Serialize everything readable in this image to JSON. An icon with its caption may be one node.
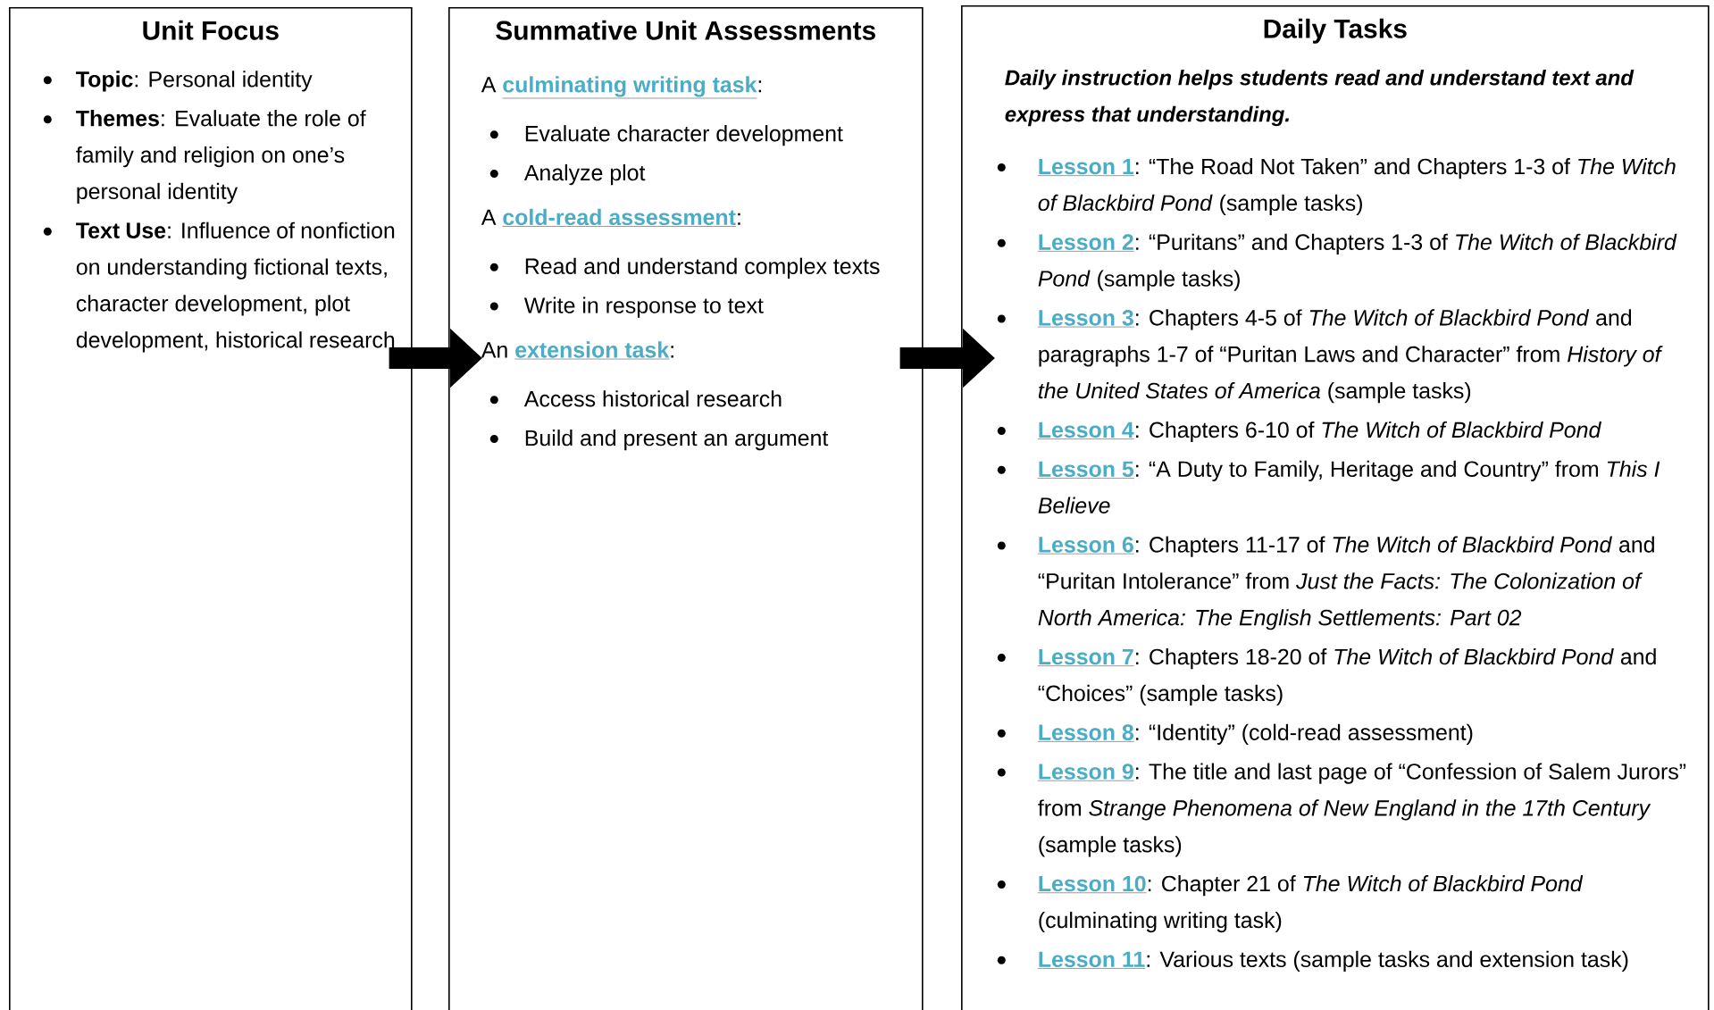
{
  "diagram": {
    "nodes": [
      {
        "text": [
          "Unit Focus",
          "**Topic**: Personal identity",
          "**Themes**: Evaluate the role of family and religion on one’s personal identity",
          "**Text Use**: Influence of nonfiction on understanding fictional texts, character development, plot development, historical research"
        ]
      },
      {
        "text": [
          "Summative Unit Assessments",
          "A **culminating writing task**:",
          "Evaluate character development",
          "Analyze plot",
          "A **cold-read assessment**:",
          "Read and understand complex texts",
          "Write in response to text",
          "An **extension task**:",
          "Access historical research",
          "Build and present an argument"
        ]
      },
      {
        "text": [
          "Daily Tasks",
          "Daily instruction helps students read and understand text and express that understanding.",
          "**Lesson 1**: “The Road Not Taken” and Chapters 1-3 of *The Witch of Blackbird Pond* (sample tasks)",
          "**Lesson 2**: “Puritans” and Chapters 1-3 of *The Witch of Blackbird Pond* (sample tasks)",
          "**Lesson 3**: Chapters 4-5 of *The Witch of Blackbird Pond* and paragraphs 1-7 of “Puritan Laws and Character” from *History of the United States of America* (sample tasks)",
          "**Lesson 4**: Chapters 6-10 of *The Witch of Blackbird Pond*",
          "**Lesson 5**: “A Duty to Family, Heritage and Country” from *This I Believe*",
          "**Lesson 6**: Chapters 11-17 of *The Witch of Blackbird Pond* and “Puritan Intolerance” from *Just the Facts: The Colonization of North America: The English Settlements: Part 02*",
          "**Lesson 7**: Chapters 18-20 of *The Witch of Blackbird Pond* and “Choices” (sample tasks)",
          "**Lesson 8**: “Identity” (cold-read assessment)",
          "**Lesson 9**: The title and last page of “Confession of Salem Jurors” from *Strange Phenomena of New England in the 17th Century* (sample tasks)",
          "**Lesson 10**: Chapter 21 of *The Witch of Blackbird Pond* (culminating writing task)",
          "**Lesson 11**: Various texts (sample tasks and extension task)"
        ]
      }
    ],
    "edges": [
      {
        "from": 0,
        "to": 1,
        "arrow": "to"
      },
      {
        "from": 1,
        "to": 2,
        "arrow": "to"
      }
    ]
  }
}
